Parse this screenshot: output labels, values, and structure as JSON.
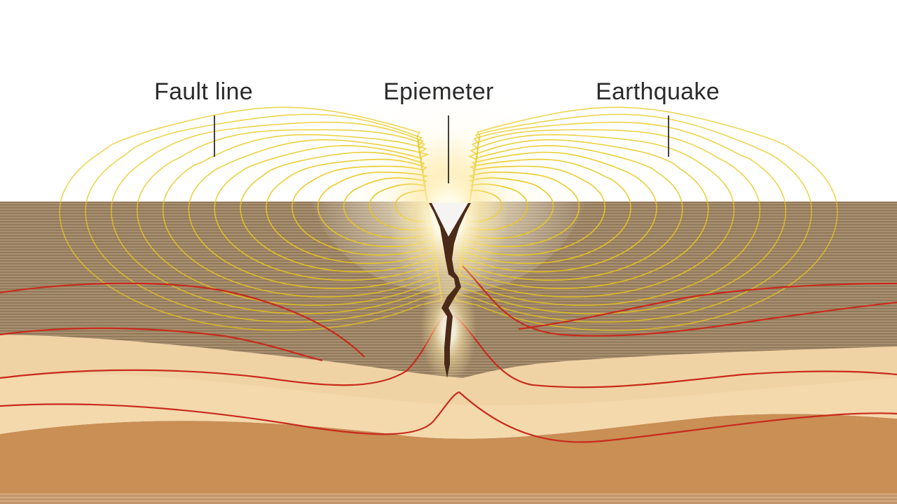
{
  "labels": {
    "fault_line": "Fault line",
    "epicenter": "Epiemeter",
    "earthquake": "Earthquake"
  },
  "colors": {
    "background": "#ffffff",
    "upper_layer": "#a88f6f",
    "upper_layer_stripe": "#8a7255",
    "middle_layer": "#f0d2a3",
    "lower_layer": "#c98f55",
    "bedrock": "#b88552",
    "seismic_wave": "#e8c81a",
    "strain_line": "#c82a1d",
    "fault_crack": "#4a2a18",
    "glow": "#fff6c8",
    "label_text": "#2b2b2b"
  }
}
